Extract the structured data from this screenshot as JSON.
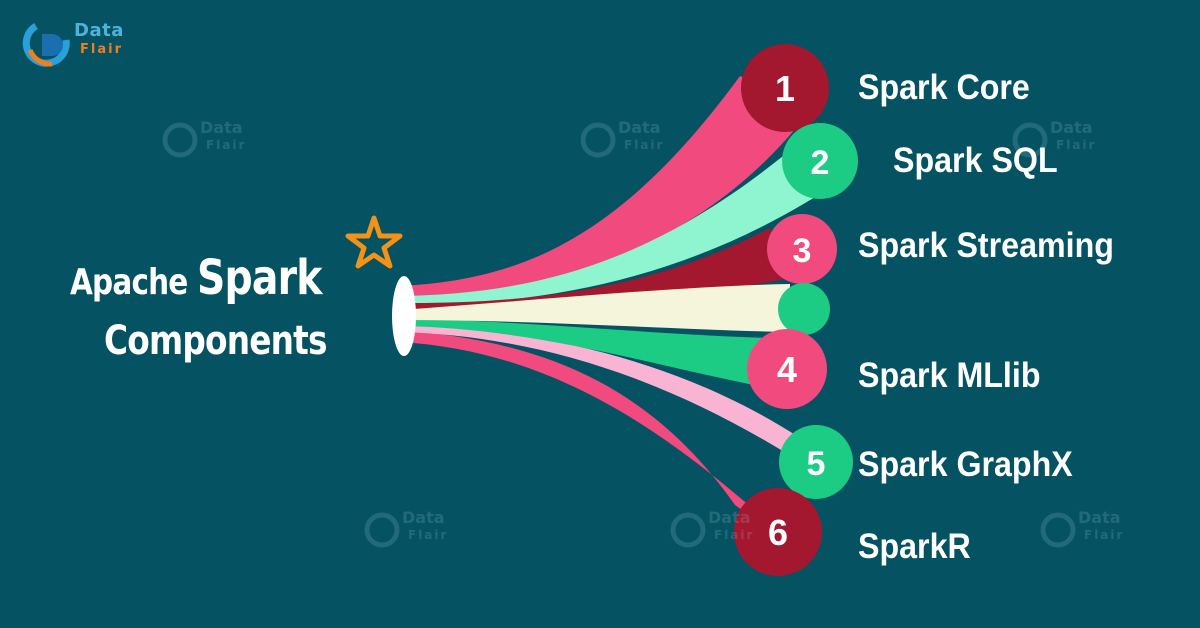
{
  "brand": {
    "word1": "Data",
    "word2": "Flair"
  },
  "title": {
    "line1_prefix": "Apache",
    "line1_emphasis": "Spark",
    "line2": "Components"
  },
  "components": [
    {
      "number": "1",
      "label": "Spark Core"
    },
    {
      "number": "2",
      "label": "Spark SQL"
    },
    {
      "number": "3",
      "label": "Spark Streaming"
    },
    {
      "number": "4",
      "label": "Spark MLlib"
    },
    {
      "number": "5",
      "label": "Spark GraphX"
    },
    {
      "number": "6",
      "label": "SparkR"
    }
  ],
  "colors": {
    "background": "#045262",
    "crimson": "#a3182f",
    "pink": "#f04a7f",
    "mint": "#8ff5d0",
    "green": "#1dcc84",
    "cream": "#f5f5dc",
    "light_pink": "#f9b3d3",
    "star": "#f39219"
  },
  "icons": [
    "brand-logo-icon",
    "star-icon"
  ]
}
